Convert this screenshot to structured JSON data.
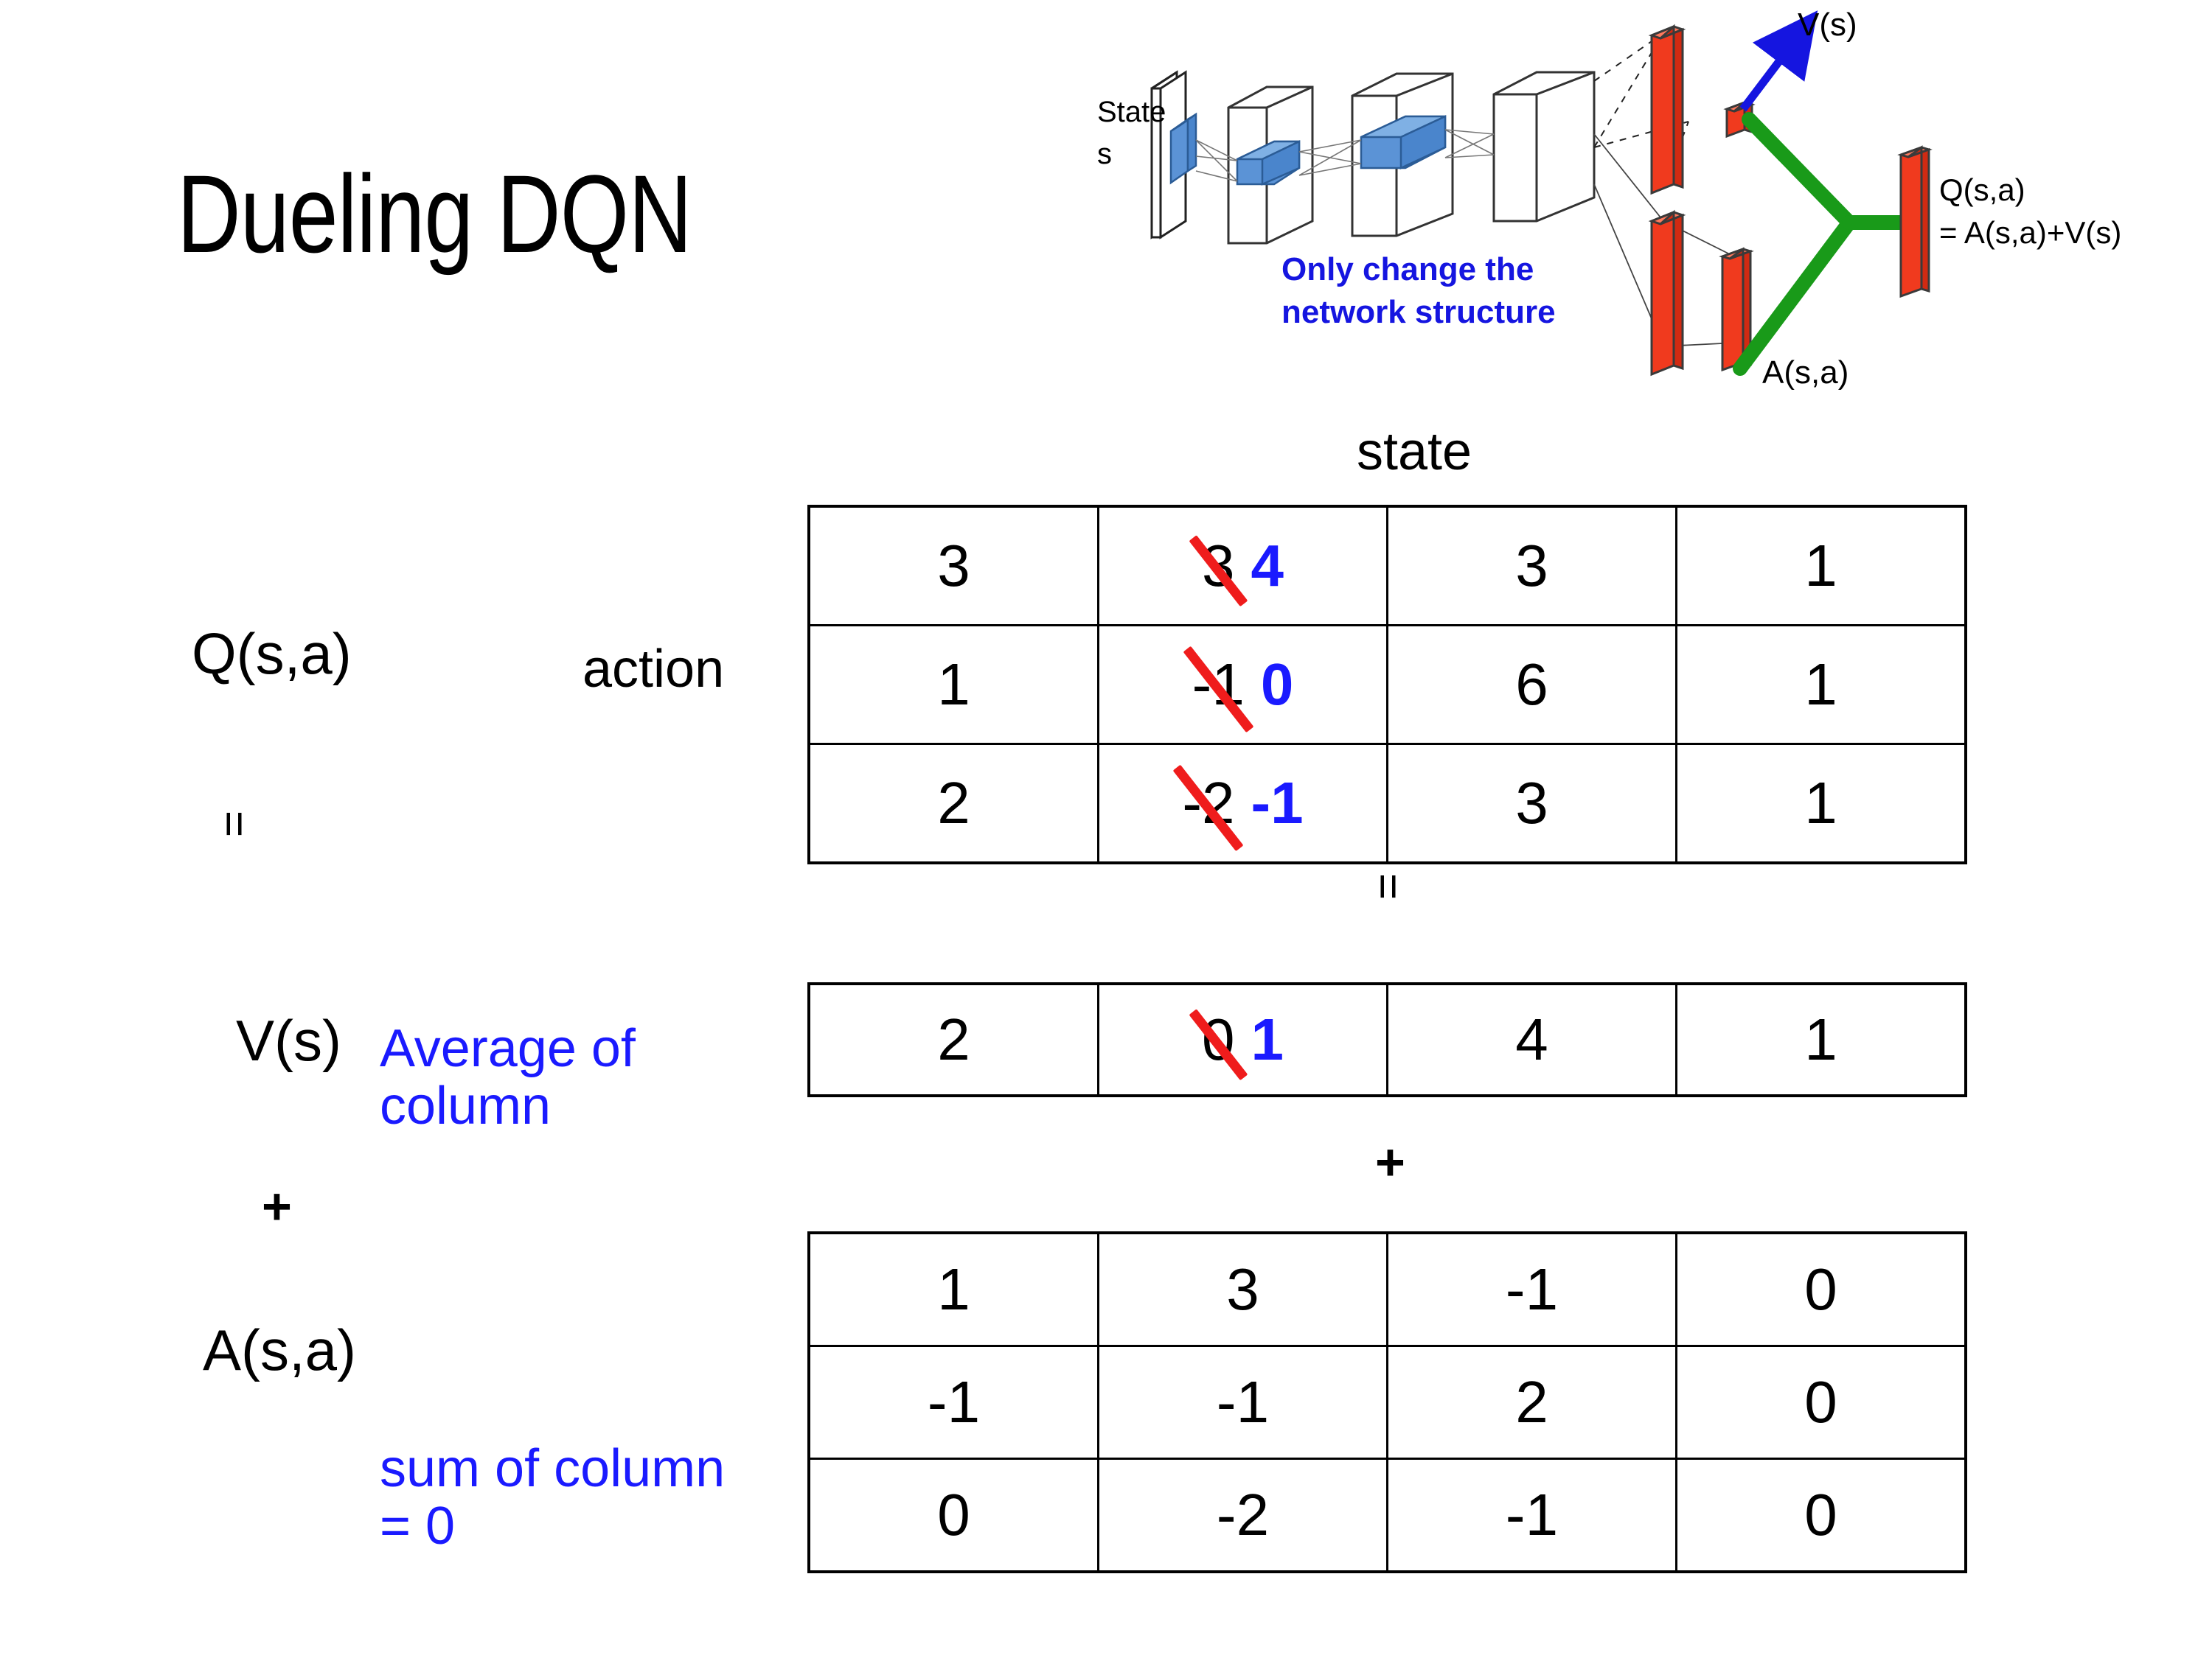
{
  "slide": {
    "title": "Dueling DQN",
    "accent_blue": "#1a1aff",
    "accent_red": "#ef1c1c",
    "accent_green": "#1a9a1a"
  },
  "diagram": {
    "input_label_line1": "State",
    "input_label_line2": "s",
    "note_line1": "Only change the",
    "note_line2": "network structure",
    "value_label": "V(s)",
    "advantage_label": "A(s,a)",
    "output_label_line1": "Q(s,a)",
    "output_label_line2": "= A(s,a)+V(s)"
  },
  "labels": {
    "state": "state",
    "action": "action",
    "q_label": "Q(s,a)",
    "v_label": "V(s)",
    "a_label": "A(s,a)",
    "equals_1": "=",
    "equals_2": "=",
    "plus_1": "+",
    "plus_2": "+",
    "average_note": "Average of column",
    "sum_note": "sum of column = 0"
  },
  "tables": {
    "q_table": {
      "name": "Q(s,a)",
      "col_header": "state",
      "row_header": "action",
      "rows": [
        [
          {
            "value": "3"
          },
          {
            "value": "3",
            "struck": true,
            "new_value": "4"
          },
          {
            "value": "3"
          },
          {
            "value": "1"
          }
        ],
        [
          {
            "value": "1"
          },
          {
            "value": "-1",
            "struck": true,
            "new_value": "0"
          },
          {
            "value": "6"
          },
          {
            "value": "1"
          }
        ],
        [
          {
            "value": "2"
          },
          {
            "value": "-2",
            "struck": true,
            "new_value": "-1"
          },
          {
            "value": "3"
          },
          {
            "value": "1"
          }
        ]
      ]
    },
    "v_table": {
      "name": "V(s)",
      "rows": [
        [
          {
            "value": "2"
          },
          {
            "value": "0",
            "struck": true,
            "new_value": "1"
          },
          {
            "value": "4"
          },
          {
            "value": "1"
          }
        ]
      ]
    },
    "a_table": {
      "name": "A(s,a)",
      "rows": [
        [
          {
            "value": "1"
          },
          {
            "value": "3"
          },
          {
            "value": "-1"
          },
          {
            "value": "0"
          }
        ],
        [
          {
            "value": "-1"
          },
          {
            "value": "-1"
          },
          {
            "value": "2"
          },
          {
            "value": "0"
          }
        ],
        [
          {
            "value": "0"
          },
          {
            "value": "-2"
          },
          {
            "value": "-1"
          },
          {
            "value": "0"
          }
        ]
      ]
    }
  },
  "chart_data": {
    "type": "table",
    "title": "Dueling DQN  Q(s,a) = V(s) + A(s,a)",
    "tables": [
      {
        "name": "Q(s,a)",
        "xlabel": "state",
        "ylabel": "action",
        "values": [
          [
            3,
            3,
            3,
            1
          ],
          [
            1,
            -1,
            6,
            1
          ],
          [
            2,
            -2,
            3,
            1
          ]
        ],
        "updated_values": [
          [
            3,
            4,
            3,
            1
          ],
          [
            1,
            0,
            6,
            1
          ],
          [
            2,
            -1,
            3,
            1
          ]
        ],
        "edited_column_index": 1
      },
      {
        "name": "V(s)",
        "xlabel": "state",
        "values": [
          [
            2,
            0,
            4,
            1
          ]
        ],
        "updated_values": [
          [
            2,
            1,
            4,
            1
          ]
        ],
        "edited_column_index": 1,
        "note": "Average of column"
      },
      {
        "name": "A(s,a)",
        "xlabel": "state",
        "ylabel": "action",
        "values": [
          [
            1,
            3,
            -1,
            0
          ],
          [
            -1,
            -1,
            2,
            0
          ],
          [
            0,
            -2,
            -1,
            0
          ]
        ],
        "note": "sum of column = 0"
      }
    ]
  }
}
